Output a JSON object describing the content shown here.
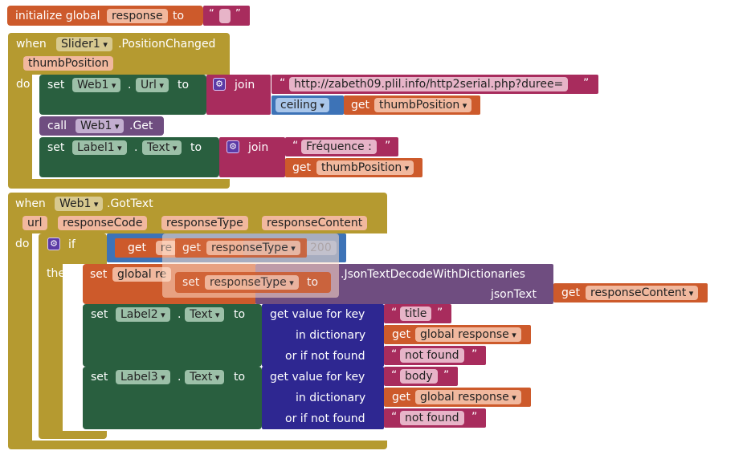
{
  "init": {
    "keyword": "initialize global",
    "var": "response",
    "to": "to",
    "value": ""
  },
  "slider_event": {
    "when": "when",
    "component": "Slider1",
    "event": ".PositionChanged",
    "param": "thumbPosition",
    "do": "do",
    "set_url": {
      "set": "set",
      "component": "Web1",
      "dot": ".",
      "prop": "Url",
      "to": "to"
    },
    "join1": {
      "label": "join",
      "text": "http://zabeth09.plil.info/http2serial.php?duree=",
      "ceiling": "ceiling",
      "get": "get",
      "getvar": "thumbPosition"
    },
    "call": {
      "call": "call",
      "component": "Web1",
      "method": ".Get"
    },
    "set_label1": {
      "set": "set",
      "component": "Label1",
      "dot": ".",
      "prop": "Text",
      "to": "to"
    },
    "join2": {
      "label": "join",
      "text": "Fréquence : ",
      "get": "get",
      "getvar": "thumbPosition"
    }
  },
  "web_event": {
    "when": "when",
    "component": "Web1",
    "event": ".GotText",
    "params": [
      "url",
      "responseCode",
      "responseType",
      "responseContent"
    ],
    "do": "do",
    "if": "if",
    "then": "then",
    "if_get": "get",
    "if_getvar_partial": "re",
    "if_number": "200",
    "ghost_get": "get",
    "ghost_getvar": "responseType",
    "ghost_set": "set",
    "ghost_setvar": "responseType",
    "ghost_to": "to",
    "set_global": {
      "set": "set",
      "var_partial": "global re",
      "method": ".JsonTextDecodeWithDictionaries",
      "json_label": "jsonText",
      "get": "get",
      "getvar": "responseContent"
    },
    "set_label2": {
      "set": "set",
      "component": "Label2",
      "dot": ".",
      "prop": "Text",
      "to": "to",
      "key_label": "get value for key",
      "key": "title",
      "dict_label": "in dictionary",
      "get": "get",
      "dict_var": "global response",
      "nf_label": "or if not found",
      "nf": "not found"
    },
    "set_label3": {
      "set": "set",
      "component": "Label3",
      "dot": ".",
      "prop": "Text",
      "to": "to",
      "key_label": "get value for key",
      "key": "body",
      "dict_label": "in dictionary",
      "get": "get",
      "dict_var": "global response",
      "nf_label": "or if not found",
      "nf": "not found"
    }
  },
  "colors": {
    "event": "#b59a30",
    "component_set": "#295f3f",
    "procedure": "#6f4d80",
    "text": "#a82c5d",
    "variable": "#cd5a2b",
    "math": "#3d73b7",
    "dictionary": "#2e2791"
  },
  "icons": [
    "gear-icon",
    "dropdown-arrow-icon"
  ]
}
